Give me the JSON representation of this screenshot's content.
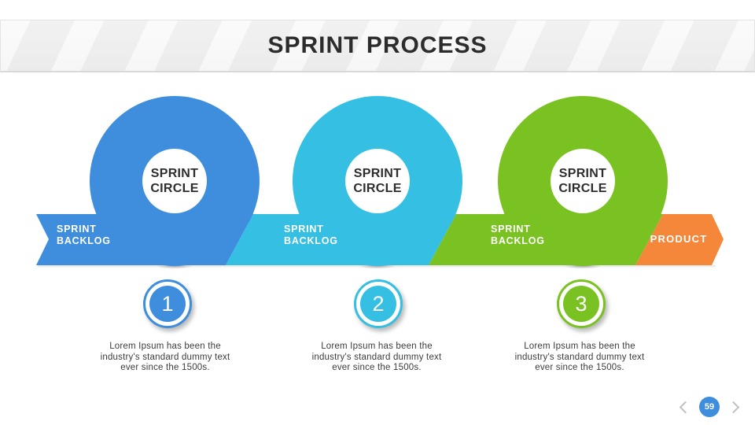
{
  "slide": {
    "title": "SPRINT PROCESS",
    "page_number": "59"
  },
  "colors": {
    "blue": "#3e8edd",
    "cyan": "#35bfe3",
    "green": "#7ac122",
    "orange": "#f5873b"
  },
  "process": {
    "product_label": "PRODUCT",
    "steps": [
      {
        "number": "1",
        "color": "#3e8edd",
        "circle_label": "SPRINT CIRCLE",
        "band_label": "SPRINT BACKLOG",
        "description": "Lorem Ipsum has been the industry's standard dummy text ever since the 1500s."
      },
      {
        "number": "2",
        "color": "#35bfe3",
        "circle_label": "SPRINT CIRCLE",
        "band_label": "SPRINT BACKLOG",
        "description": "Lorem Ipsum has been the industry's standard dummy text ever since the 1500s."
      },
      {
        "number": "3",
        "color": "#7ac122",
        "circle_label": "SPRINT CIRCLE",
        "band_label": "SPRINT BACKLOG",
        "description": "Lorem Ipsum has been the industry's standard dummy text ever since the 1500s."
      }
    ]
  }
}
